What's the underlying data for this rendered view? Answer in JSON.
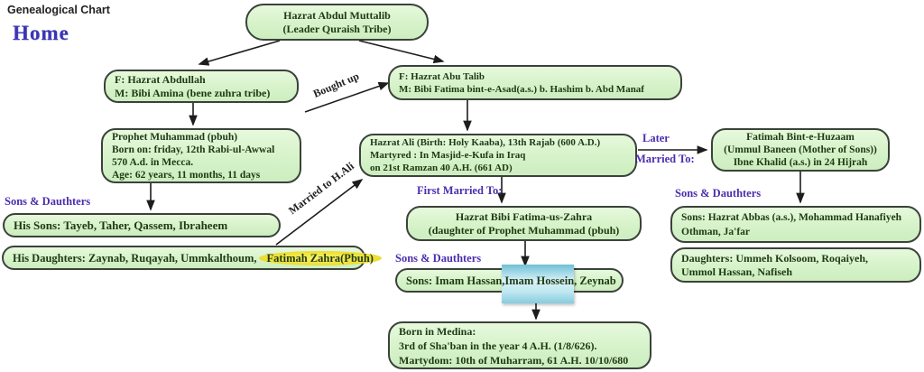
{
  "header": {
    "title": "Genealogical Chart",
    "home_link": "Home"
  },
  "colors": {
    "box_fill": "#d5f2c8",
    "box_border": "#3a423a",
    "box_text": "#1e3a14",
    "label_purple": "#4b2dae",
    "highlight_yellow": "#f0e23a",
    "highlight_cyan": "#8fd0e0",
    "arrow": "#1d1d1d"
  },
  "nodes": {
    "abdul_muttalib": {
      "text": "Hazrat Abdul Muttalib\n(Leader Quraish Tribe)"
    },
    "abdullah": {
      "text": "F: Hazrat Abdullah\nM: Bibi Amina (bene zuhra tribe)"
    },
    "abu_talib": {
      "text": "F: Hazrat Abu Talib\nM: Bibi Fatima bint-e-Asad(a.s.) b. Hashim b. Abd Manaf"
    },
    "muhammad": {
      "text": "Prophet Muhammad (pbuh)\nBorn on: friday, 12th Rabi-ul-Awwal\n570 A.d. in Mecca.\nAge: 62 years, 11 months, 11 days"
    },
    "ali": {
      "text": "Hazrat Ali (Birth: Holy Kaaba), 13th Rajab (600 A.D.)\nMartyred :  In Masjid-e-Kufa in Iraq\non 21st Ramzan 40 A.H. (661 AD)"
    },
    "fatimah_huzaam": {
      "text": "Fatimah Bint-e-Huzaam\n(Ummul Baneen (Mother of Sons))\nIbne Khalid (a.s.) in 24 Hijrah"
    },
    "his_sons": {
      "text": "His Sons: Tayeb, Taher, Qassem, Ibraheem"
    },
    "his_daughters": {
      "prefix": "His Daughters: Zaynab, Ruqayah, Ummkalthoum,",
      "highlight": "Fatimah Zahra(Pbuh)"
    },
    "fatima_zahra": {
      "text": "Hazrat Bibi Fatima-us-Zahra\n(daughter of Prophet Muhammad (pbuh)"
    },
    "ali_fatima_children": {
      "prefix": "Sons: Imam Hassan, ",
      "highlight": "Imam Hossein",
      "suffix": ", Zeynab"
    },
    "hossein_details": {
      "text": "Born in Medina:\n3rd of Sha'ban in the year 4 A.H. (1/8/626).\nMartydom: 10th of Muharram, 61 A.H. 10/10/680"
    },
    "huzaam_sons": {
      "text": "Sons: Hazrat Abbas (a.s.), Mohammad Hanafiyeh\nOthman, Ja'far"
    },
    "huzaam_daughters": {
      "text": "Daughters: Ummeh Kolsoom, Roqaiyeh,\nUmmol Hassan, Nafiseh"
    }
  },
  "labels": {
    "sons_daughters_left": "Sons & Dauthters",
    "sons_daughters_center": "Sons & Dauthters",
    "sons_daughters_right": "Sons & Dauthters",
    "bought_up": "Bought up",
    "married_to_hali": "Married to H.Ali",
    "first_married_to": "First Married To:",
    "later_line1": "Later",
    "later_line2": "Married To:"
  }
}
